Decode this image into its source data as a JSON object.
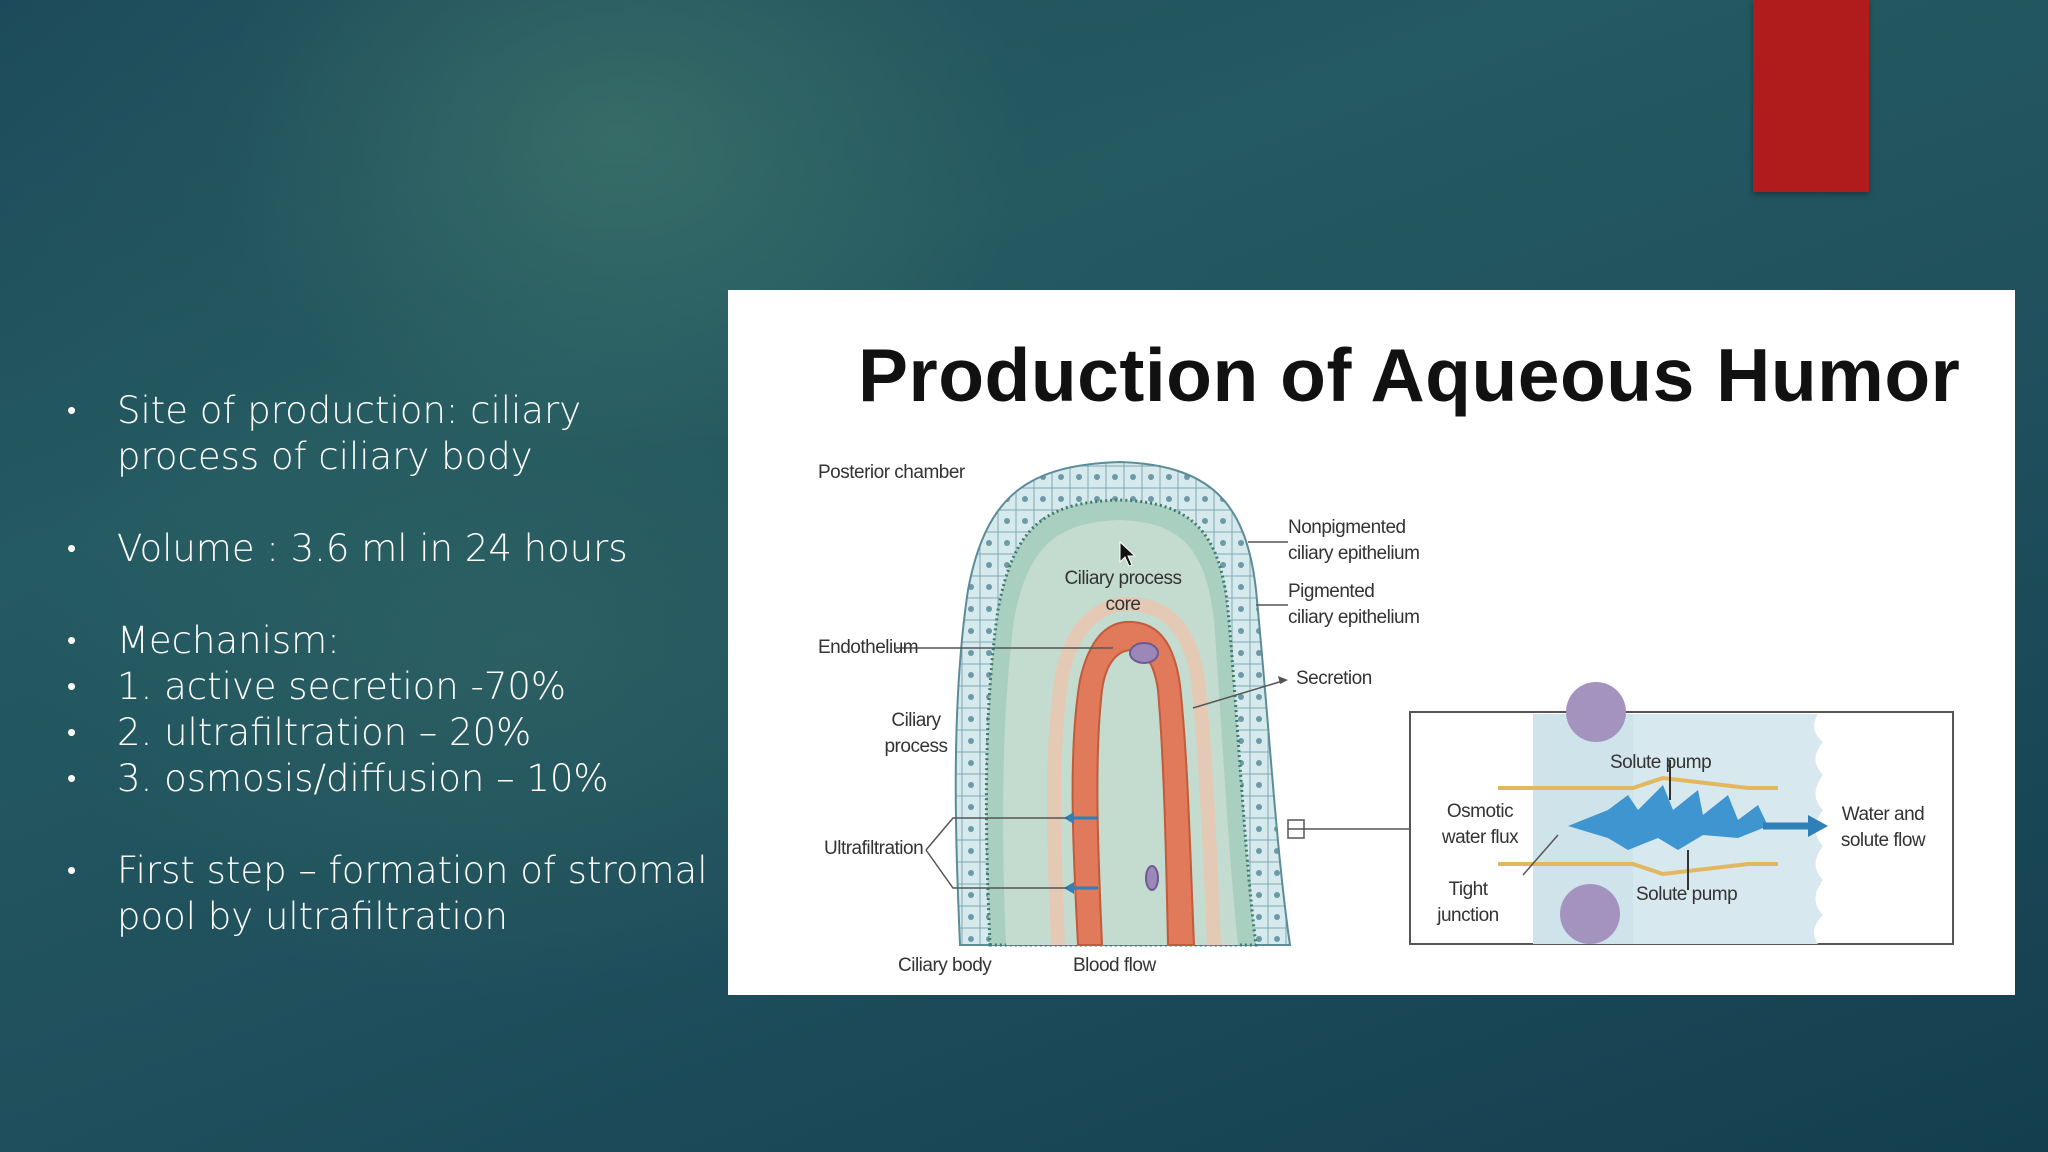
{
  "slide": {
    "bullets": [
      "Site of production: ciliary process of ciliary body",
      "Volume : 3.6 ml in 24 hours",
      "Mechanism:",
      "1. active secretion -70%",
      "2. ultrafiltration – 20%",
      "3. osmosis/diffusion – 10%",
      "First step – formation of stromal pool by ultrafiltration"
    ]
  },
  "figure": {
    "title": "Production of Aqueous Humor",
    "labels": {
      "posterior_chamber": "Posterior chamber",
      "nonpigmented": "Nonpigmented\nciliary epithelium",
      "pigmented": "Pigmented\nciliary epithelium",
      "ciliary_process_core": "Ciliary process\ncore",
      "endothelium": "Endothelium",
      "secretion": "Secretion",
      "ciliary_process": "Ciliary\nprocess",
      "ultrafiltration": "Ultrafiltration",
      "ciliary_body": "Ciliary body",
      "blood_flow": "Blood flow",
      "solute_pump_top": "Solute pump",
      "osmotic_water_flux": "Osmotic\nwater flux",
      "water_solute_flow": "Water and\nsolute flow",
      "tight_junction": "Tight\njunction",
      "solute_pump_bottom": "Solute pump"
    }
  },
  "colors": {
    "accent_red": "#b01c1c",
    "epithelium": "#cfe3e8",
    "stroma": "#b9d6c8",
    "vessel": "#e07a5a",
    "arrow_blue": "#2f7fb8"
  }
}
